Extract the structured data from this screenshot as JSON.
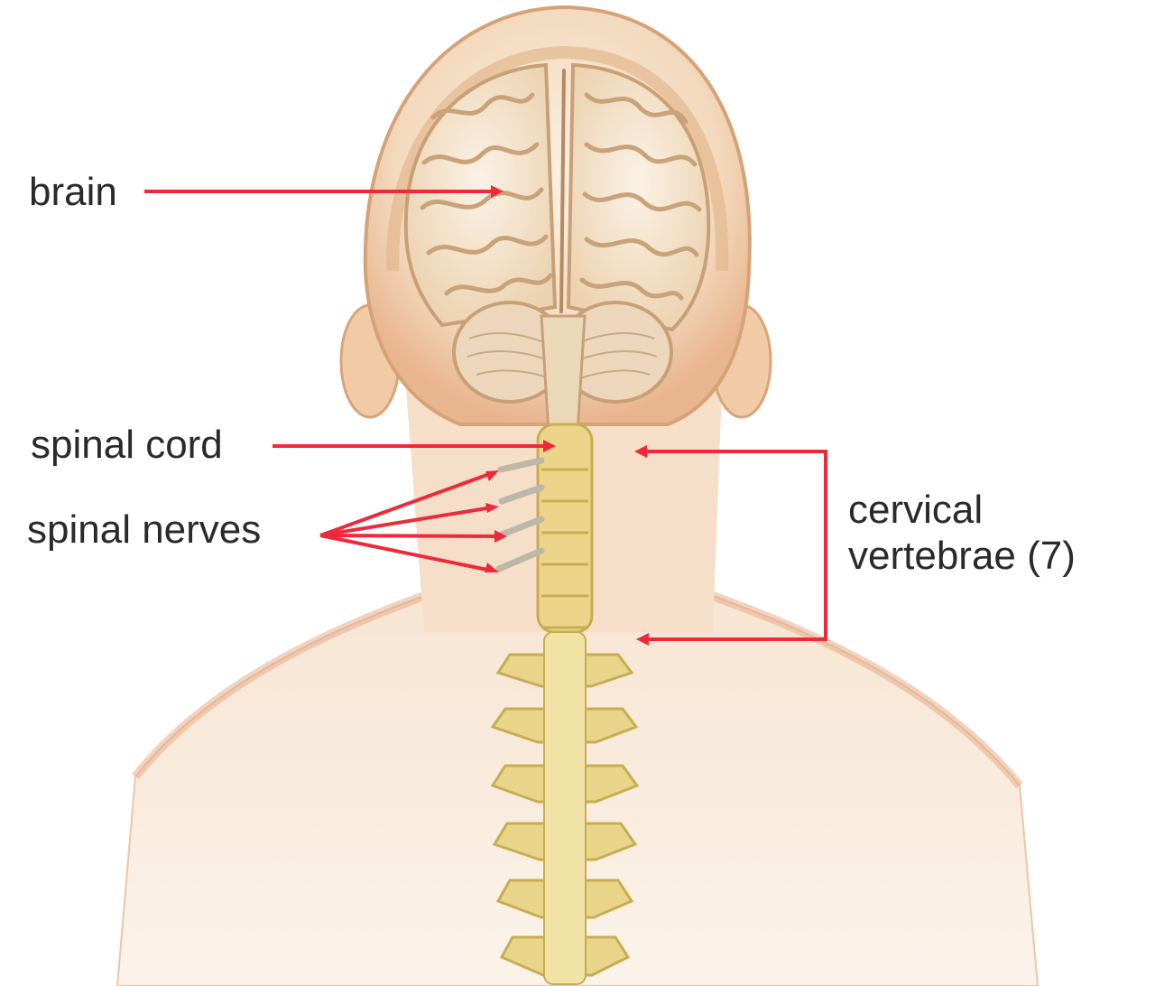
{
  "labels": {
    "brain": "brain",
    "spinal_cord": "spinal cord",
    "spinal_nerves": "spinal nerves",
    "cervical_line1": "cervical",
    "cervical_line2": "vertebrae (7)"
  },
  "colors": {
    "skin": "#f3d9bd",
    "skin_shadow": "#e9b58e",
    "brain": "#f4e4cf",
    "brain_fold": "#d8b690",
    "bone": "#e9d58a",
    "bone_dark": "#c7ad52",
    "leader_line": "#ee2a3a",
    "text": "#2a2a2a"
  }
}
